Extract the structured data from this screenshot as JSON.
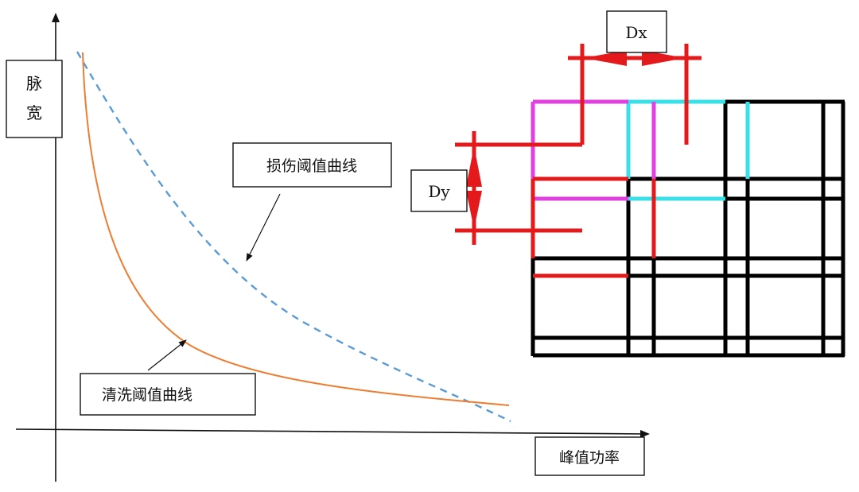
{
  "left_chart": {
    "y_axis_label_line1": "脉",
    "y_axis_label_line2": "宽",
    "x_axis_label": "峰值功率",
    "damage_curve_label": "损伤阈值曲线",
    "cleaning_curve_label": "清洗阈值曲线",
    "damage_curve_color": "#5b9bd5",
    "cleaning_curve_color": "#ed7d31"
  },
  "right_diagram": {
    "dx_label": "Dx",
    "dy_label": "Dy",
    "grid_color": "#000000",
    "red_color": "#e3191b",
    "magenta_color": "#e040e0",
    "cyan_color": "#38e0e8"
  }
}
